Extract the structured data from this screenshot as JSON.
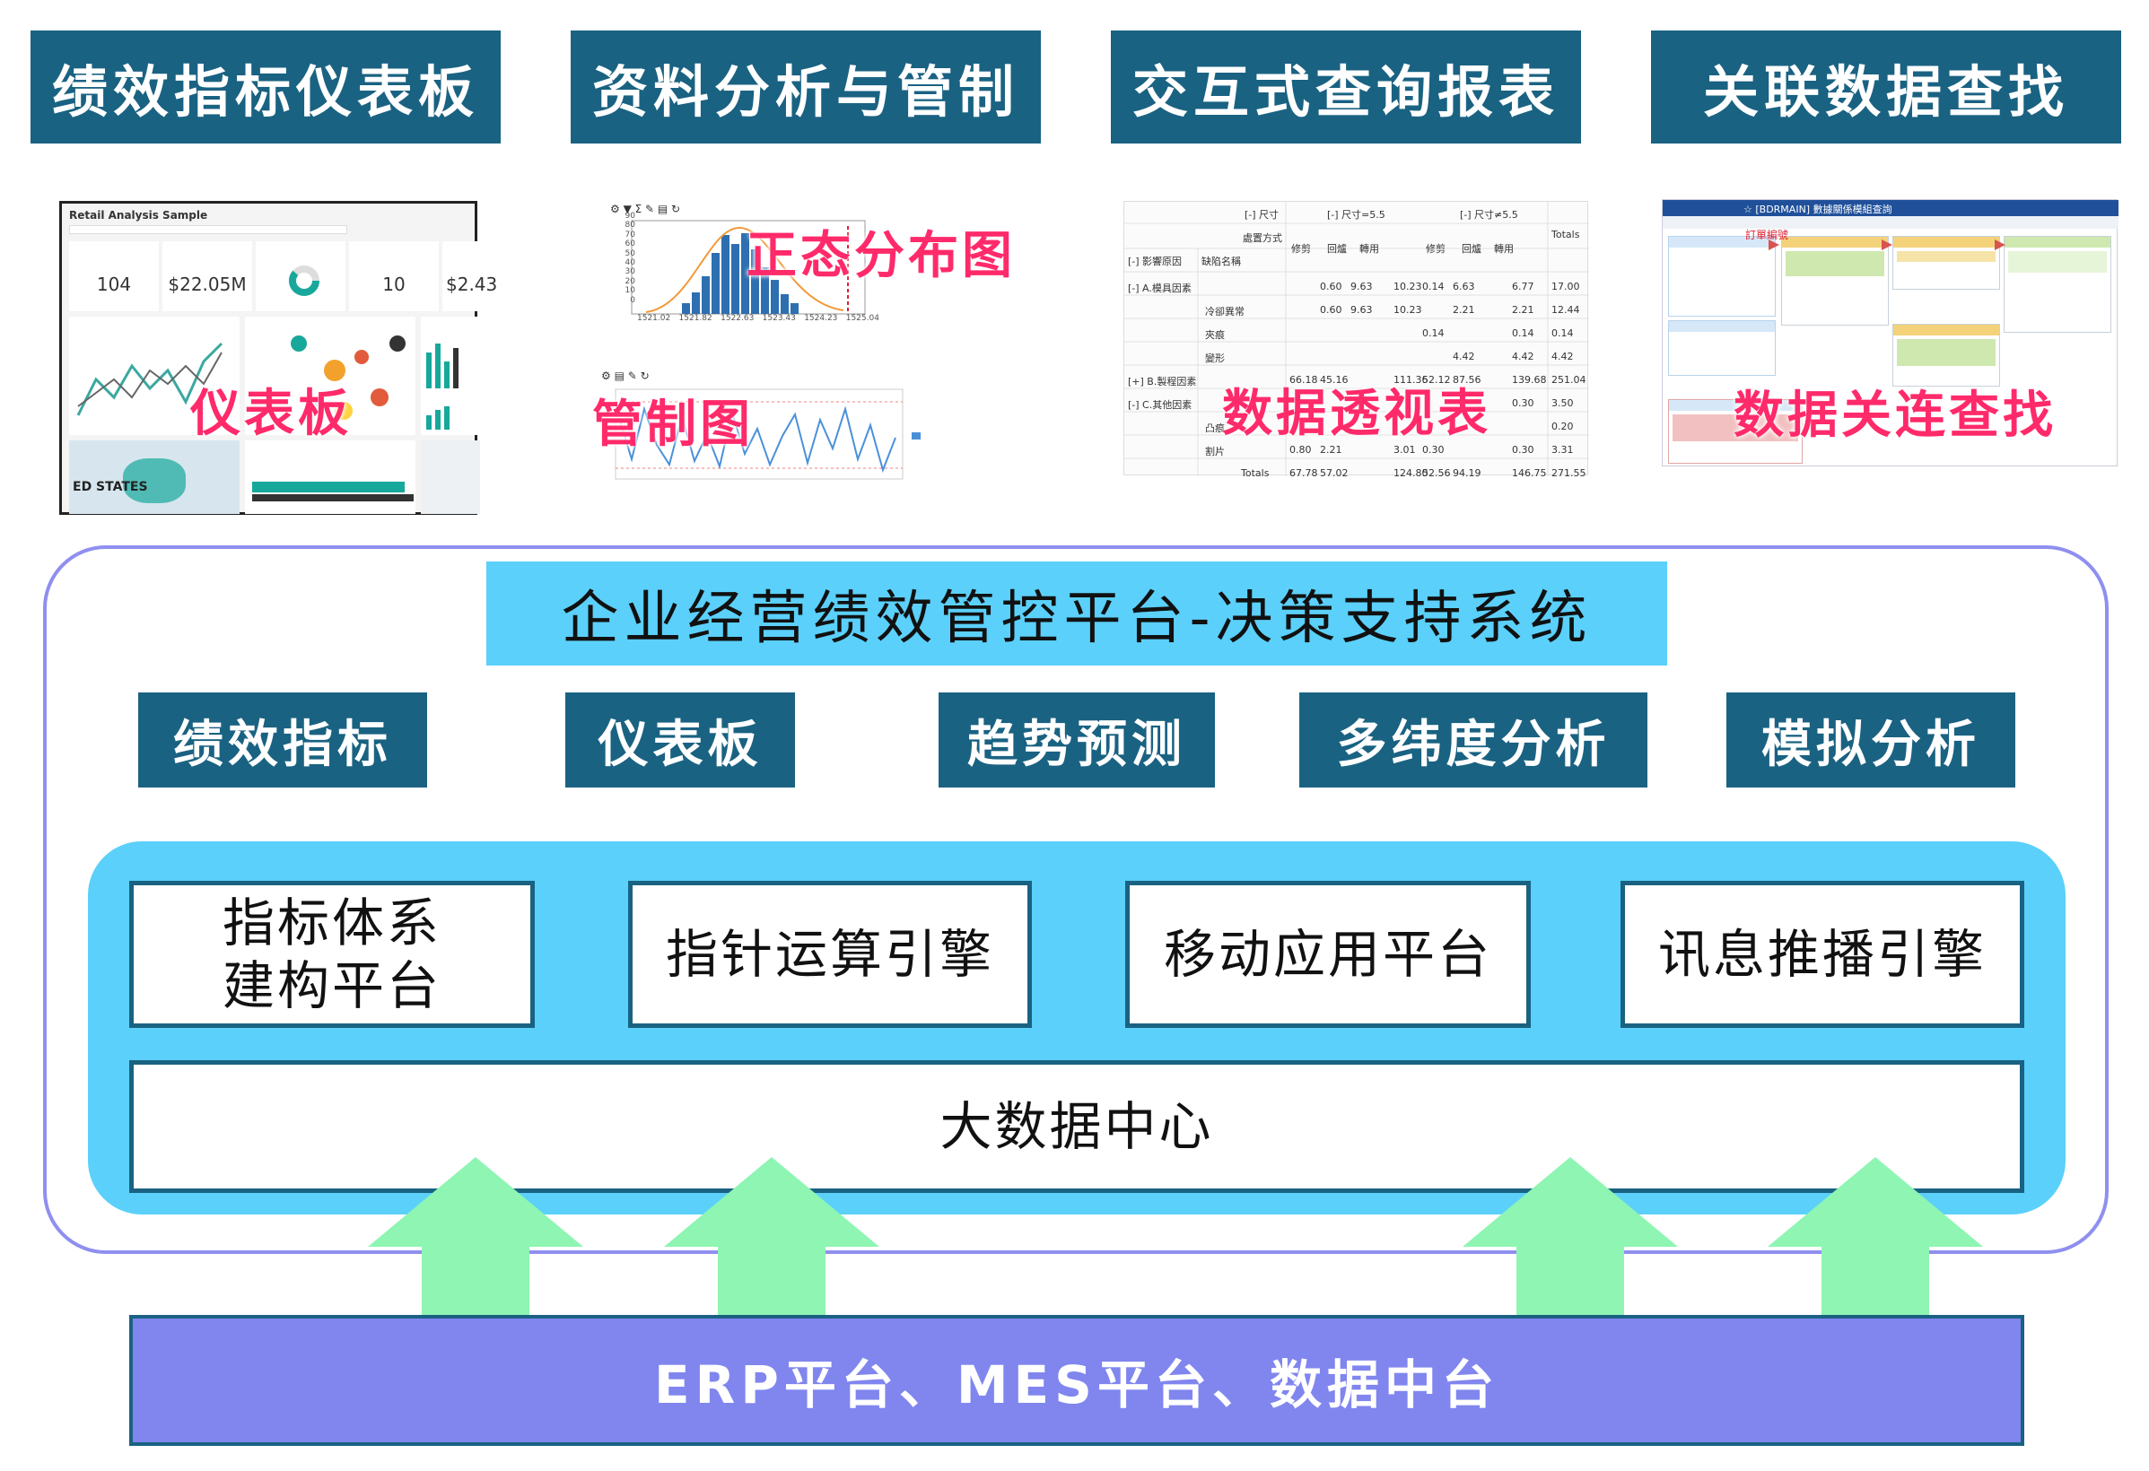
{
  "top_tabs": [
    "绩效指标仪表板",
    "资料分析与管制",
    "交互式查询报表",
    "关联数据查找"
  ],
  "screenshots": {
    "dashboard": {
      "overlay": "仪表板",
      "title": "Retail Analysis Sample",
      "kpis": [
        "104",
        "$22.05M",
        "10",
        "$2.43"
      ],
      "map_label": "ED STATES"
    },
    "analysis": {
      "histogram_overlay": "正态分布图",
      "control_overlay": "管制图",
      "hist_ticks": [
        "1521.02",
        "1521.82",
        "1522.63",
        "1523.43",
        "1524.23",
        "1525.04"
      ],
      "hist_yticks": [
        "90",
        "80",
        "70",
        "60",
        "50",
        "40",
        "30",
        "20",
        "10",
        "0"
      ]
    },
    "pivot": {
      "overlay": "数据透视表",
      "header_size": "[-] 尺寸",
      "col_a": "[-] 尺寸=5.5",
      "col_b": "[-] 尺寸≠5.5",
      "totals": "Totals",
      "method": "處置方式",
      "sub_cols": [
        "修剪",
        "回爐",
        "轉用"
      ],
      "row_head_a": "[-] 影響原因",
      "row_head_b": "缺陷名稱",
      "rows": [
        {
          "label": "[-] A.模具因素",
          "name": "",
          "vals": [
            "",
            "0.60",
            "9.63",
            "",
            "10.23",
            "0.14",
            "6.63",
            "",
            "6.77",
            "17.00"
          ]
        },
        {
          "label": "",
          "name": "冷卻異常",
          "vals": [
            "",
            "0.60",
            "9.63",
            "",
            "10.23",
            "",
            "2.21",
            "",
            "2.21",
            "12.44"
          ]
        },
        {
          "label": "",
          "name": "夾痕",
          "vals": [
            "",
            "",
            "",
            "",
            "",
            "0.14",
            "",
            "",
            "0.14",
            "0.14"
          ]
        },
        {
          "label": "",
          "name": "變形",
          "vals": [
            "",
            "",
            "",
            "",
            "",
            "",
            "4.42",
            "",
            "4.42",
            "4.42"
          ]
        },
        {
          "label": "[+] B.製程因素",
          "name": "",
          "vals": [
            "66.18",
            "45.16",
            "",
            "",
            "111.36",
            "52.12",
            "87.56",
            "",
            "139.68",
            "251.04"
          ]
        },
        {
          "label": "[-] C.其他因素",
          "name": "",
          "vals": [
            "",
            "",
            "",
            "",
            "",
            "",
            "",
            "",
            "0.30",
            "3.50"
          ]
        },
        {
          "label": "",
          "name": "凸痕",
          "vals": [
            "",
            "",
            "",
            "",
            "",
            "",
            "",
            "",
            "",
            "0.20"
          ]
        },
        {
          "label": "",
          "name": "割片",
          "vals": [
            "0.80",
            "2.21",
            "",
            "",
            "3.01",
            "0.30",
            "",
            "",
            "0.30",
            "3.31"
          ]
        },
        {
          "label": "",
          "name": "Totals",
          "vals": [
            "67.78",
            "57.02",
            "",
            "",
            "124.80",
            "52.56",
            "94.19",
            "",
            "146.75",
            "271.55"
          ]
        }
      ]
    },
    "lookup": {
      "overlay": "数据关连查找",
      "header": "☆ [BDRMAIN] 數據關係模組查詢",
      "order_tag": "訂單編號"
    }
  },
  "platform": {
    "title": "企业经营绩效管控平台-决策支持系统",
    "tabs": [
      "绩效指标",
      "仪表板",
      "趋势预测",
      "多纬度分析",
      "模拟分析"
    ],
    "modules": [
      "指标体系\n建构平台",
      "指针运算引擎",
      "移动应用平台",
      "讯息推播引擎"
    ],
    "data_center": "大数据中心"
  },
  "foundation": "ERP平台、MES平台、数据中台",
  "colors": {
    "dark_teal": "#1a6282",
    "sky_blue": "#5bd0fa",
    "outline_lavender": "#8f8ff0",
    "base_purple": "#8086ee",
    "arrow_green": "#8ef5b2",
    "overlay_pink": "#ff2a6a"
  }
}
